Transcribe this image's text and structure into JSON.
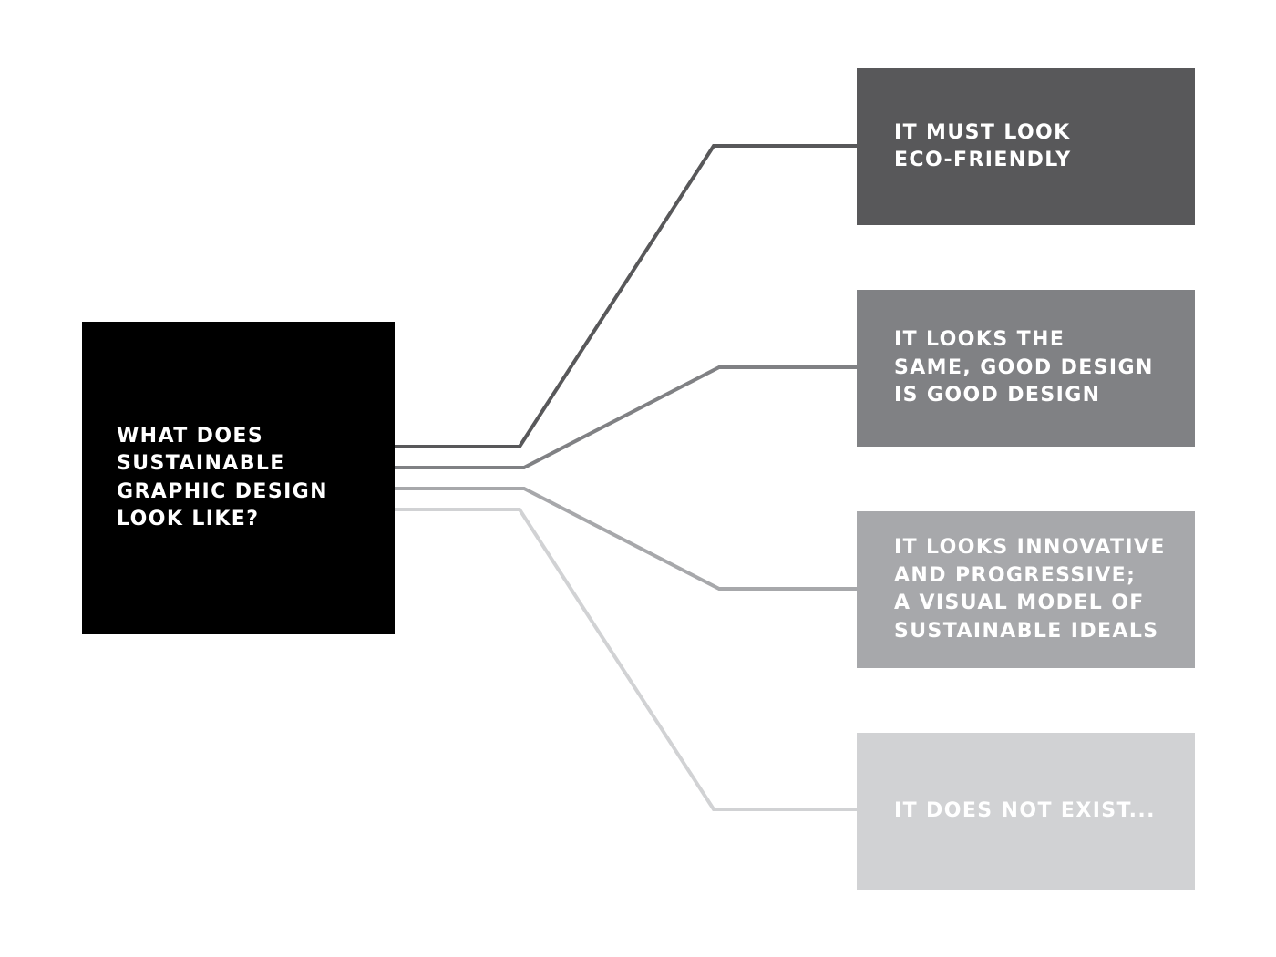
{
  "question": {
    "lines": [
      "WHAT DOES",
      "SUSTAINABLE",
      "GRAPHIC DESIGN",
      "LOOK LIKE?"
    ],
    "color": "#000000"
  },
  "answers": [
    {
      "lines": [
        "IT MUST LOOK",
        "ECO-FRIENDLY"
      ],
      "color": "#58585a"
    },
    {
      "lines": [
        "IT LOOKS THE",
        "SAME, GOOD DESIGN",
        "IS GOOD DESIGN"
      ],
      "color": "#808184"
    },
    {
      "lines": [
        "IT LOOKS INNOVATIVE",
        "AND PROGRESSIVE;",
        "A VISUAL MODEL OF",
        "SUSTAINABLE IDEALS"
      ],
      "color": "#a7a8ab"
    },
    {
      "lines": [
        "IT DOES NOT EXIST..."
      ],
      "color": "#d1d2d4"
    }
  ]
}
